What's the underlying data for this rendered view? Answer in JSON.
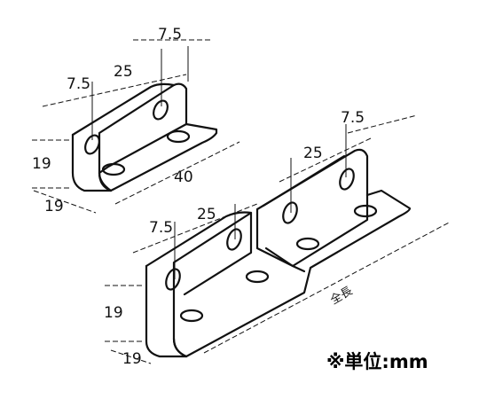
{
  "dimensions": {
    "small_bracket": {
      "top_offset": "7.5",
      "side_offset": "7.5",
      "hole_pitch": "25",
      "length": "40",
      "height": "19",
      "depth": "19"
    },
    "long_bracket": {
      "top_offset": "7.5",
      "hole_pitch_right": "25",
      "side_offset": "7.5",
      "hole_pitch_left": "25",
      "height": "19",
      "depth": "19",
      "overall_length_label": "全長"
    }
  },
  "unit_note": "※単位:mm"
}
